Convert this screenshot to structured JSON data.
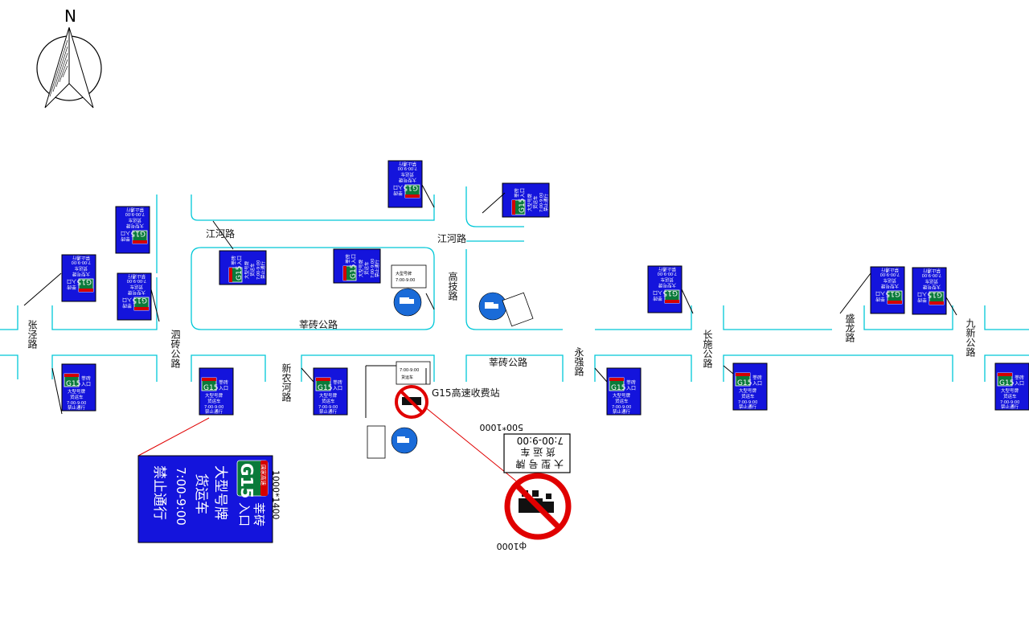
{
  "compass": {
    "label": "N"
  },
  "roads": {
    "zhangjing": "张泾路",
    "sizhuan": "泗砖公路",
    "jianghe_left": "江河路",
    "jianghe_right": "江河路",
    "xinzhuan": "莘砖公路",
    "xinzhuan_2": "莘砖公路",
    "xinnonghe": "新农河路",
    "gaoji": "高技路",
    "yongqiang": "永强路",
    "changshi": "长施公路",
    "shenglong": "盛龙路",
    "jiuxin": "九新公路",
    "toll": "G15高速收费站"
  },
  "big_sign": {
    "size": "1000*1400",
    "badge_top": "国家高速",
    "badge_route": "G15",
    "entry_line1": "莘砖",
    "entry_line2": "入口",
    "line1": "大型号牌",
    "line2": "货运车",
    "line3": "7:00-9:00",
    "line4": "禁止通行"
  },
  "small_sign": {
    "size": "1000*1400",
    "badge_route": "G15",
    "entry_line1": "莘砖",
    "entry_line2": "入口",
    "line1": "大型号牌",
    "line2": "货运车",
    "line3": "7:00-9:00",
    "line4": "禁止通行"
  },
  "big_plate": {
    "size": "500*1000",
    "line1": "大 型 号 牌",
    "line2": "货 运 车",
    "line3": "7:00-9:00"
  },
  "prohibit": {
    "size": "ф1000"
  },
  "small_plate": {
    "size": "500*1000",
    "line1": "大型号牌",
    "line2": "货运车",
    "line3": "7:00-9:00"
  },
  "small_prohibit": {
    "size": "ф1000"
  }
}
